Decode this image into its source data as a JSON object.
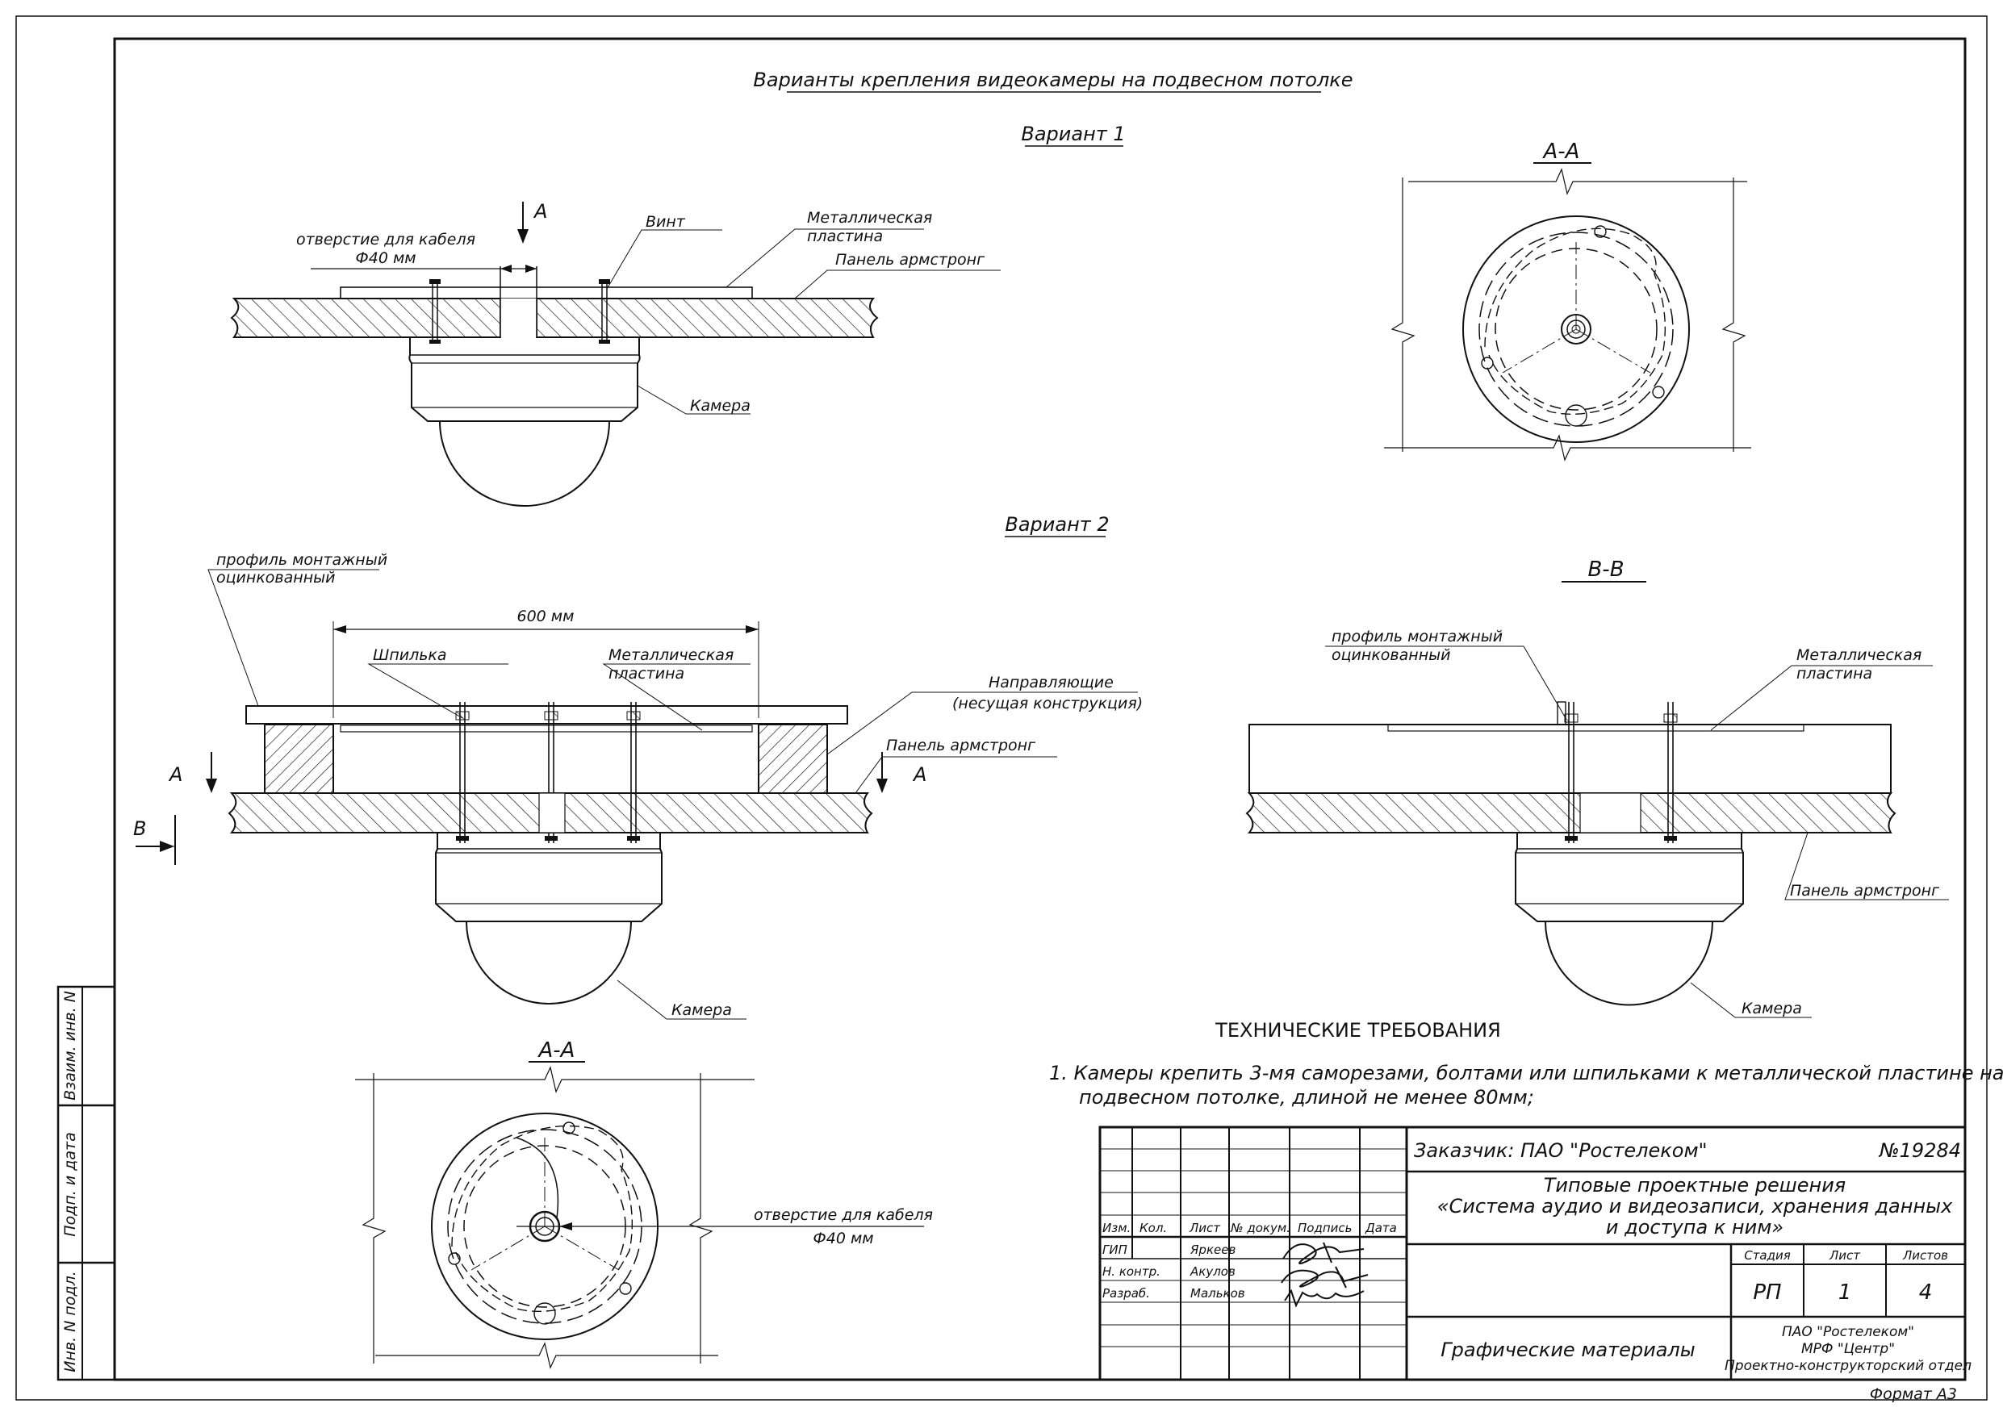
{
  "drawing": {
    "main_title": "Варианты крепления видеокамеры на подвесном потолке",
    "variant1": {
      "title": "Вариант 1",
      "cable_hole_line1": "отверстие для кабеля",
      "cable_hole_line2": "Ф40 мм",
      "section_mark": "А",
      "screw": "Винт",
      "plate_line1": "Металлическая",
      "plate_line2": "пластина",
      "panel": "Панель армстронг",
      "camera": "Камера"
    },
    "section_aa_top": {
      "title": "А-А"
    },
    "variant2": {
      "title": "Вариант 2",
      "profile_line1": "профиль монтажный",
      "profile_line2": "оцинкованный",
      "dimension": "600 мм",
      "stud": "Шпилька",
      "plate_line1": "Металлическая",
      "plate_line2": "пластина",
      "guides_line1": "Направляющие",
      "guides_line2": "(несущая конструкция)",
      "panel": "Панель армстронг",
      "section_mark_a": "А",
      "section_mark_b": "В",
      "camera": "Камера"
    },
    "section_bb": {
      "title": "В-В",
      "profile_line1": "профиль монтажный",
      "profile_line2": "оцинкованный",
      "plate_line1": "Металлическая",
      "plate_line2": "пластина",
      "panel": "Панель армстронг",
      "camera": "Камера"
    },
    "section_aa_bottom": {
      "title": "А-А",
      "cable_hole_line1": "отверстие для кабеля",
      "cable_hole_line2": "Ф40 мм"
    },
    "tech_requirements": {
      "title": "ТЕХНИЧЕСКИЕ ТРЕБОВАНИЯ",
      "item1_line1": "1. Камеры крепить 3-мя саморезами, болтами или шпильками  к металлической пластине на",
      "item1_line2": "подвесном потолке, длиной не менее 80мм;"
    }
  },
  "title_block": {
    "customer": "Заказчик: ПАО \"Ростелеком\"",
    "number": "№19284",
    "project_line1": "Типовые проектные решения",
    "project_line2": "«Система аудио и видеозаписи, хранения данных",
    "project_line3": "и доступа к ним»",
    "headers": {
      "change": "Изм.",
      "qty": "Кол.",
      "sheet": "Лист",
      "doc": "№ докум.",
      "sign": "Подпись",
      "date": "Дата"
    },
    "roles": [
      {
        "role": "ГИП",
        "name": "Яркеев"
      },
      {
        "role": "Н. контр.",
        "name": "Акулов"
      },
      {
        "role": "Разраб.",
        "name": "Мальков"
      }
    ],
    "stage_label": "Стадия",
    "sheet_label": "Лист",
    "sheets_label": "Листов",
    "stage": "РП",
    "sheet": "1",
    "sheets": "4",
    "content": "Графические материалы",
    "org_line1": "ПАО \"Ростелеком\"",
    "org_line2": "МРФ \"Центр\"",
    "org_line3": "Проектно-конструкторский отдел",
    "format": "Формат А3"
  },
  "side_stamp": {
    "cell1": "Взаим. инв. N",
    "cell2": "Подп. и дата",
    "cell3": "Инв. N подл."
  }
}
